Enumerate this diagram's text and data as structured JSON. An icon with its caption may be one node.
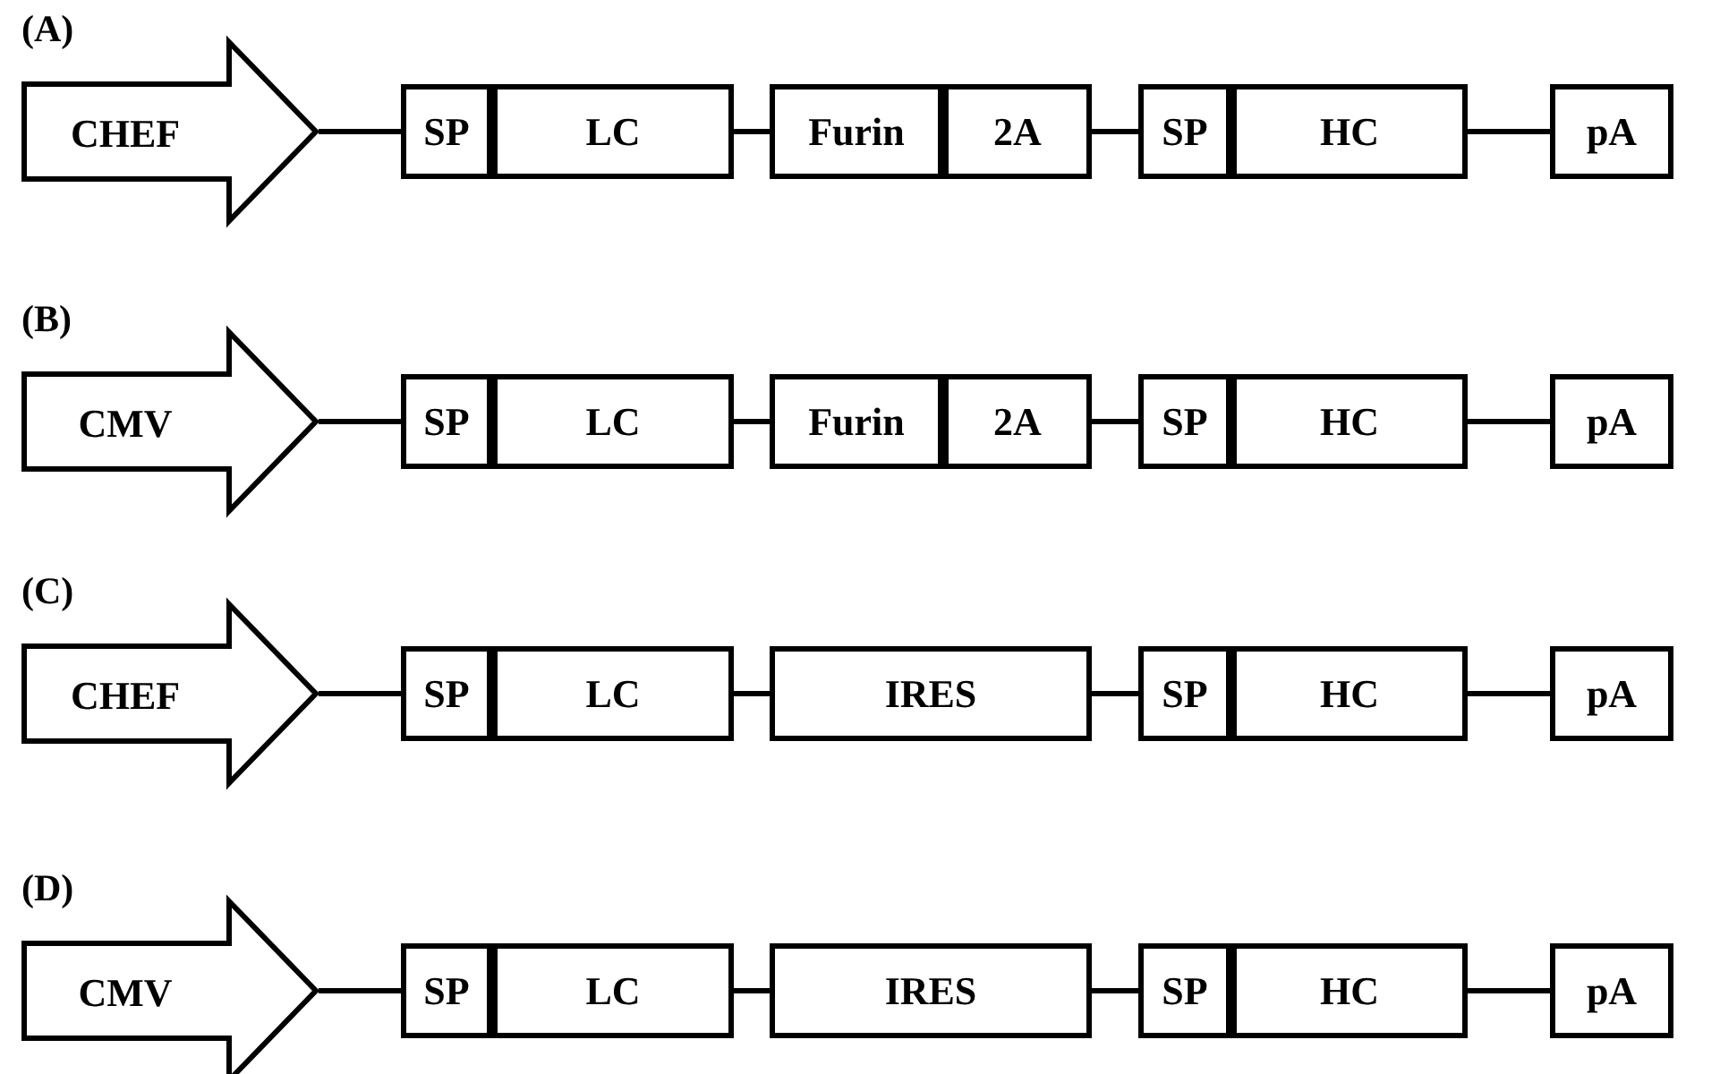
{
  "diagram": {
    "nodes": [
      {
        "text": [
          "CHEF"
        ]
      },
      {
        "text": [
          "SP"
        ]
      },
      {
        "text": [
          "LC"
        ]
      },
      {
        "text": [
          "Furin"
        ]
      },
      {
        "text": [
          "2A"
        ]
      },
      {
        "text": [
          "SP"
        ]
      },
      {
        "text": [
          "HC"
        ]
      },
      {
        "text": [
          "pA"
        ]
      },
      {
        "text": [
          "CMV"
        ]
      },
      {
        "text": [
          "SP"
        ]
      },
      {
        "text": [
          "LC"
        ]
      },
      {
        "text": [
          "Furin"
        ]
      },
      {
        "text": [
          "2A"
        ]
      },
      {
        "text": [
          "SP"
        ]
      },
      {
        "text": [
          "HC"
        ]
      },
      {
        "text": [
          "pA"
        ]
      },
      {
        "text": [
          "CHEF"
        ]
      },
      {
        "text": [
          "SP"
        ]
      },
      {
        "text": [
          "LC"
        ]
      },
      {
        "text": [
          "IRES"
        ]
      },
      {
        "text": [
          "SP"
        ]
      },
      {
        "text": [
          "HC"
        ]
      },
      {
        "text": [
          "pA"
        ]
      },
      {
        "text": [
          "CMV"
        ]
      },
      {
        "text": [
          "SP"
        ]
      },
      {
        "text": [
          "LC"
        ]
      },
      {
        "text": [
          "IRES"
        ]
      },
      {
        "text": [
          "SP"
        ]
      },
      {
        "text": [
          "HC"
        ]
      },
      {
        "text": [
          "pA"
        ]
      }
    ],
    "edges": [
      {
        "from": 0,
        "to": 1,
        "arrow": "none"
      },
      {
        "from": 2,
        "to": 3,
        "arrow": "none"
      },
      {
        "from": 4,
        "to": 5,
        "arrow": "none"
      },
      {
        "from": 6,
        "to": 7,
        "arrow": "none"
      },
      {
        "from": 8,
        "to": 9,
        "arrow": "none"
      },
      {
        "from": 10,
        "to": 11,
        "arrow": "none"
      },
      {
        "from": 12,
        "to": 13,
        "arrow": "none"
      },
      {
        "from": 14,
        "to": 15,
        "arrow": "none"
      },
      {
        "from": 16,
        "to": 17,
        "arrow": "none"
      },
      {
        "from": 18,
        "to": 19,
        "arrow": "none"
      },
      {
        "from": 19,
        "to": 20,
        "arrow": "none"
      },
      {
        "from": 21,
        "to": 22,
        "arrow": "none"
      },
      {
        "from": 23,
        "to": 24,
        "arrow": "none"
      },
      {
        "from": 25,
        "to": 26,
        "arrow": "none"
      },
      {
        "from": 26,
        "to": 27,
        "arrow": "none"
      },
      {
        "from": 28,
        "to": 29,
        "arrow": "none"
      }
    ],
    "labels": [
      "(A)",
      "(B)",
      "(C)",
      "(D)"
    ]
  }
}
